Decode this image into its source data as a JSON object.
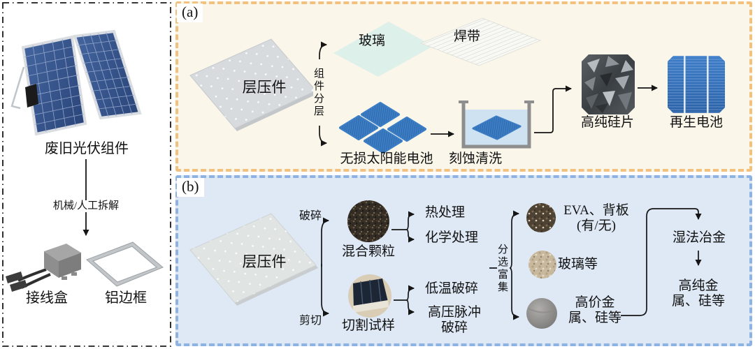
{
  "left_panel": {
    "module_label": "废旧光伏组件",
    "disassembly_label": "机械/人工拆解",
    "junction_box_label": "接线盒",
    "frame_label": "铝边框"
  },
  "panel_a": {
    "tag": "(a)",
    "laminate_label": "层压件",
    "delamination_label": "组件分层",
    "glass_label": "玻璃",
    "ribbon_label": "焊带",
    "cells_label": "无损太阳能电池",
    "etching_label": "刻蚀清洗",
    "wafer_label": "高纯硅片",
    "regen_cell_label": "再生电池"
  },
  "panel_b": {
    "tag": "(b)",
    "laminate_label": "层压件",
    "crushing_label": "破碎",
    "shearing_label": "剪切",
    "mixed_particles_label": "混合颗粒",
    "heat_treatment_label": "热处理",
    "chemical_treatment_label": "化学处理",
    "cut_sample_label": "切割试样",
    "cryogenic_label": "低温破碎",
    "pulse_line1": "高压脉冲",
    "pulse_line2": "破碎",
    "sorting_label": "分选富集",
    "eva_line1": "EVA、背板",
    "eva_line2": "(有/无)",
    "glass_etc_label": "玻璃等",
    "metal_line1": "高价金",
    "metal_line2": "属、硅等",
    "hydromet_label": "湿法冶金",
    "product_line1": "高纯金",
    "product_line2": "属、硅等"
  },
  "colors": {
    "panel_a_border": "#f2c17d",
    "panel_a_bg": "#faf6ea",
    "panel_b_border": "#8db3e2",
    "panel_b_bg": "#dfe9f6",
    "left_panel_border": "#1a1a1a",
    "cell_blue": "#3b7ec5",
    "glass_mint": "#def0ea",
    "arrow_color": "#151515"
  }
}
